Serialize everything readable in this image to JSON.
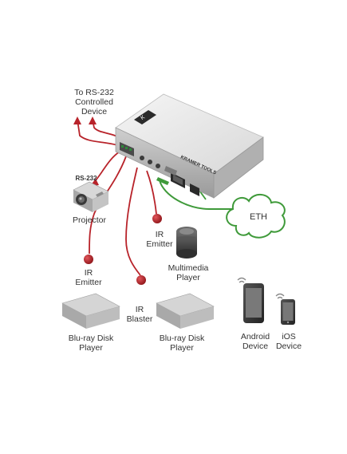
{
  "labels": {
    "rs232_target": "To RS-232\nControlled\nDevice",
    "rs232": "RS-232",
    "projector": "Projector",
    "ir_emitter_mid": "IR\nEmitter",
    "multimedia_player": "Multimedia\nPlayer",
    "ir_emitter_left": "IR\nEmitter",
    "ir_blaster": "IR\nBlaster",
    "bluray_left": "Blu-ray Disk\nPlayer",
    "bluray_mid": "Blu-ray Disk\nPlayer",
    "android": "Android\nDevice",
    "ios": "iOS\nDevice",
    "eth": "ETH"
  },
  "device": {
    "brand_text": "KRAMER TOOLS"
  },
  "colors": {
    "red_cable": "#b8232a",
    "green_cable": "#3f9a3a",
    "device_light": "#eeeeee",
    "device_dark": "#5a5a5a",
    "text": "#333333"
  }
}
